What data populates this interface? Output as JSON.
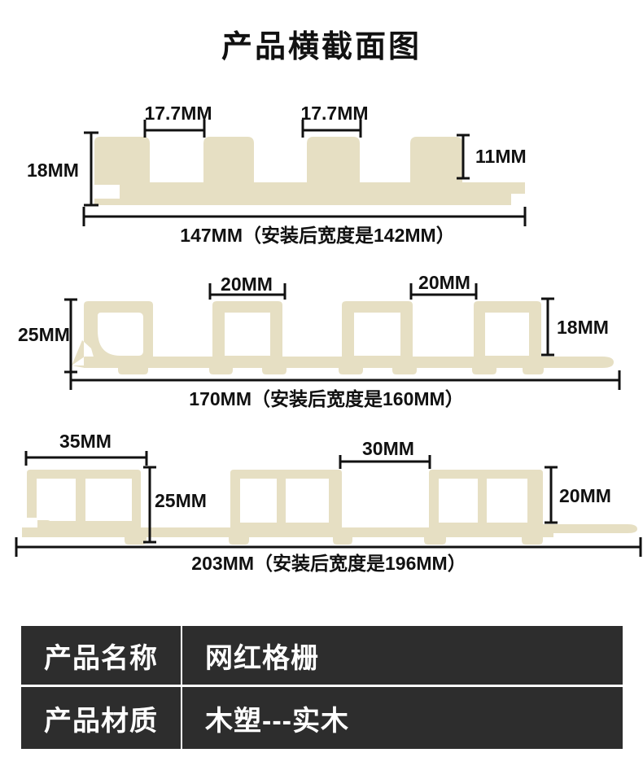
{
  "page": {
    "title": "产品横截面图"
  },
  "colors": {
    "profile_fill": "#e6dfc3",
    "dimension_line": "#111111",
    "label_text": "#111111",
    "table_bg": "#2d2d2d",
    "table_text": "#ffffff",
    "table_divider": "#ffffff",
    "page_bg": "#ffffff"
  },
  "diagram1": {
    "name": "profile-147mm",
    "labels": {
      "groove_width_1": "17.7MM",
      "groove_width_2": "17.7MM",
      "panel_thickness": "18MM",
      "rib_height": "11MM",
      "total_width": "147MM（安装后宽度是142MM）"
    }
  },
  "diagram2": {
    "name": "profile-170mm",
    "labels": {
      "rib_width_1": "20MM",
      "rib_width_2": "20MM",
      "panel_thickness": "25MM",
      "rib_height": "18MM",
      "total_width": "170MM（安装后宽度是160MM）"
    }
  },
  "diagram3": {
    "name": "profile-203mm",
    "labels": {
      "block_width": "35MM",
      "groove_width": "30MM",
      "panel_thickness": "25MM",
      "rib_height": "20MM",
      "total_width": "203MM（安装后宽度是196MM）"
    }
  },
  "table": {
    "rows": [
      {
        "label": "产品名称",
        "value": "网红格栅"
      },
      {
        "label": "产品材质",
        "value": "木塑---实木"
      }
    ]
  }
}
